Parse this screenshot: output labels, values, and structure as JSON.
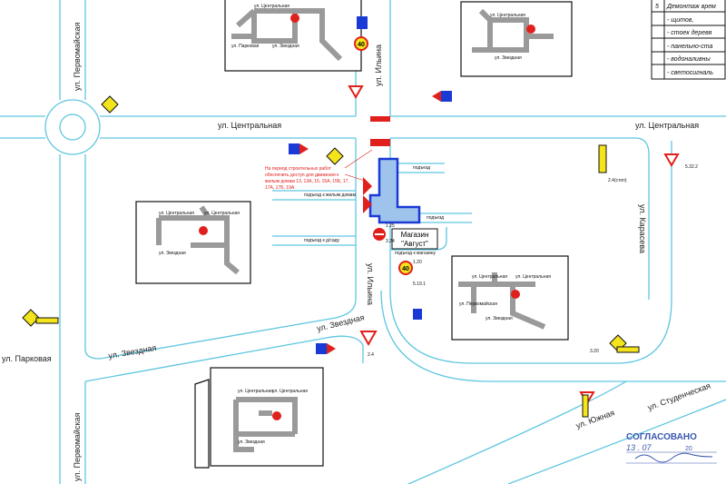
{
  "streets": {
    "pervomayskaya_top": "ул. Первомайская",
    "pervomayskaya_bottom": "ул. Первомайская",
    "tsentralnaya_left": "ул. Центральная",
    "tsentralnaya_right": "ул. Центральная",
    "ilyina_top": "ул. Ильина",
    "ilyina_mid": "ул. Ильина",
    "zvezdnaya_left": "ул. Звездная",
    "zvezdnaya_right": "ул. Звездная",
    "parkovaya": "ул. Парковая",
    "karaseva": "ул. Карасева",
    "studencheskaya": "ул. Студенческая",
    "yuzhnaya": "ул. Южная"
  },
  "blocks": {
    "top_left": {
      "a": "ул. Центральная",
      "b": "ул. Парковая",
      "c": "ул. Звездная"
    },
    "top_right": {
      "a": "ул. Центральная",
      "b": "ул. Звездная"
    },
    "mid_left": {
      "a": "ул. Центральная",
      "b": "ул. Центральная",
      "c": "ул. Звездная"
    },
    "right": {
      "a": "ул. Центральная",
      "b": "ул. Центральная",
      "c": "ул. Звездная",
      "d": "ул. Первомайская"
    },
    "bottom": {
      "a": "ул. Центральная",
      "b": "ул. Центральная",
      "c": "ул. Звездная"
    }
  },
  "driveways": {
    "d1": "подъезд",
    "d2": "подъезд к жилым домам",
    "d3": "подъезд",
    "d4": "подъезд к д/саду",
    "d5": "подъезд к магазину"
  },
  "shop": {
    "line1": "Магазин",
    "line2": "\"Август\""
  },
  "note": [
    "На период строительных работ",
    "обеспечить доступ для движения к",
    "жилым домам 13, 13А, 15, 15А, 15Б, 17,",
    "17А, 17Б, 19А"
  ],
  "sign_codes": {
    "s1": "5.32.2",
    "s2": "2.4(стоп)",
    "s3": "1.25",
    "s4": "3.24",
    "s5": "5.19.1",
    "s6": "2.4",
    "s7": "1.20",
    "s8": "3.20"
  },
  "speed_limit": "40",
  "legend_table": {
    "number": "5",
    "rows": [
      "Демонтаж врем",
      "- щитов,",
      "- стоек деревя",
      "- панельно-ста",
      "- водоналивны",
      "- светосигналь"
    ]
  },
  "stamp": {
    "title": "СОГЛАСОВАНО",
    "date": "13 . 07",
    "year": "20"
  },
  "colors": {
    "road": "#5fc6e0",
    "work_zone": "#1a3ad6",
    "sign_red": "#e0201c",
    "sign_yellow": "#f3e41c"
  }
}
